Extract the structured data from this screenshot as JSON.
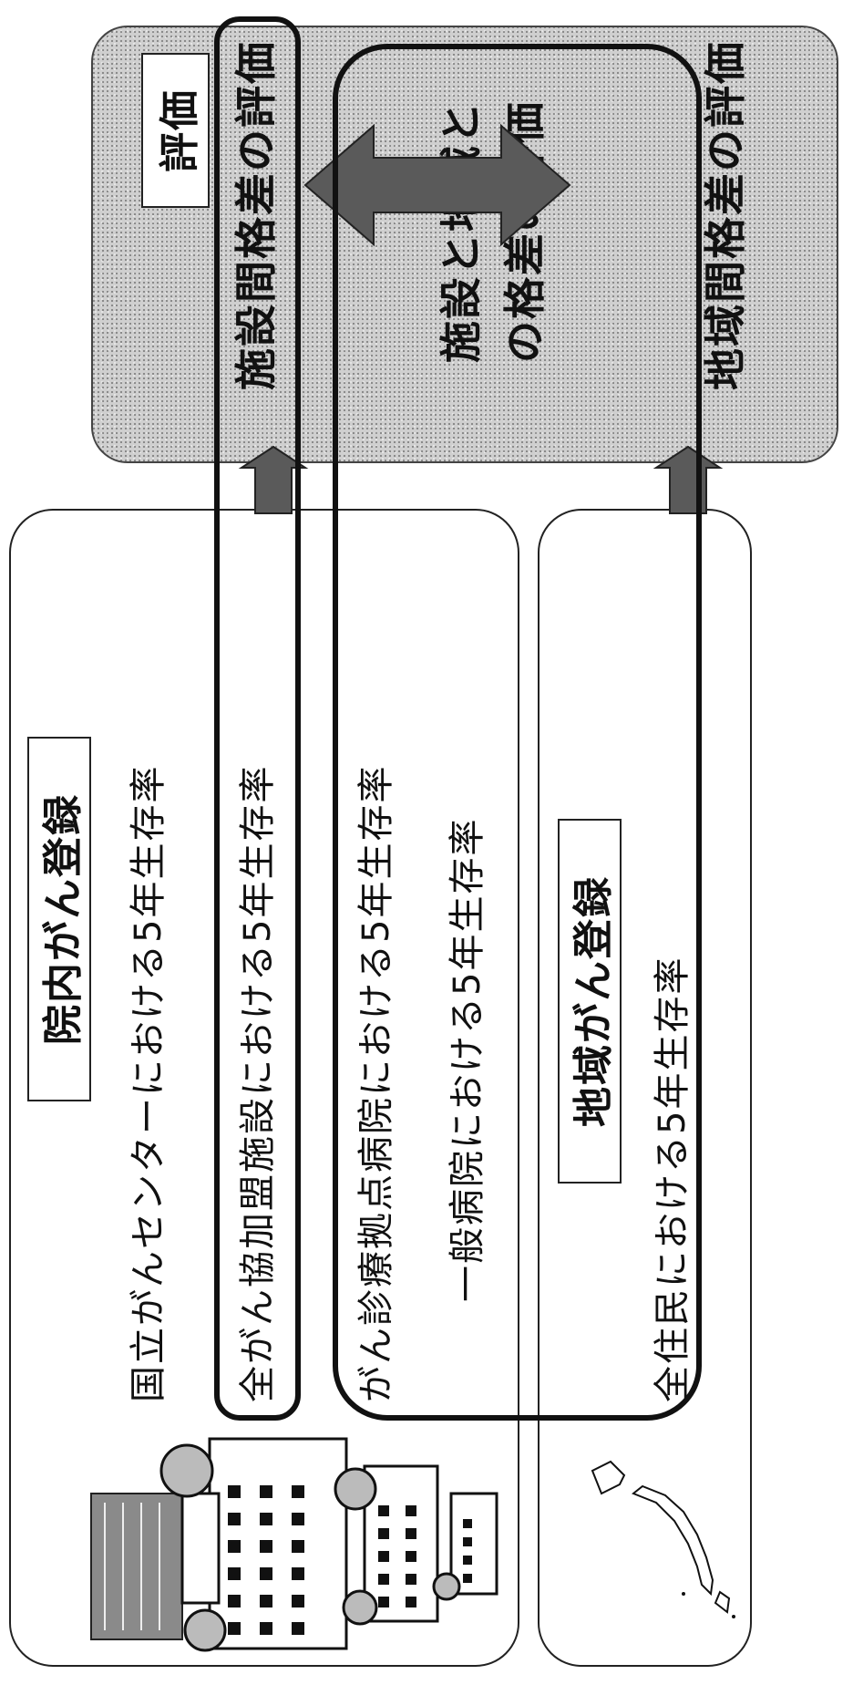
{
  "hospital_registry": {
    "title": "院内がん登録",
    "rows": [
      "国立がんセンターにおける5年生存率",
      "全がん協加盟施設における5年生存率",
      "がん診療拠点病院における5年生存率",
      "一般病院における5年生存率"
    ]
  },
  "regional_registry": {
    "title": "地域がん登録",
    "rows": [
      "全住民における5年生存率"
    ]
  },
  "evaluation": {
    "title": "評価",
    "between_facilities": "施設間格差の評価",
    "facility_vs_region_line1": "施設と地域と",
    "facility_vs_region_line2": "の格差の評価",
    "between_regions": "地域間格差の評価"
  },
  "icons": [
    "hospital-buildings-icon",
    "japan-map-icon",
    "arrow-up-icon",
    "double-arrow-icon"
  ],
  "colors": {
    "outline": "#111111",
    "panel_gray": "#cfcfcf",
    "arrow": "#555555"
  }
}
